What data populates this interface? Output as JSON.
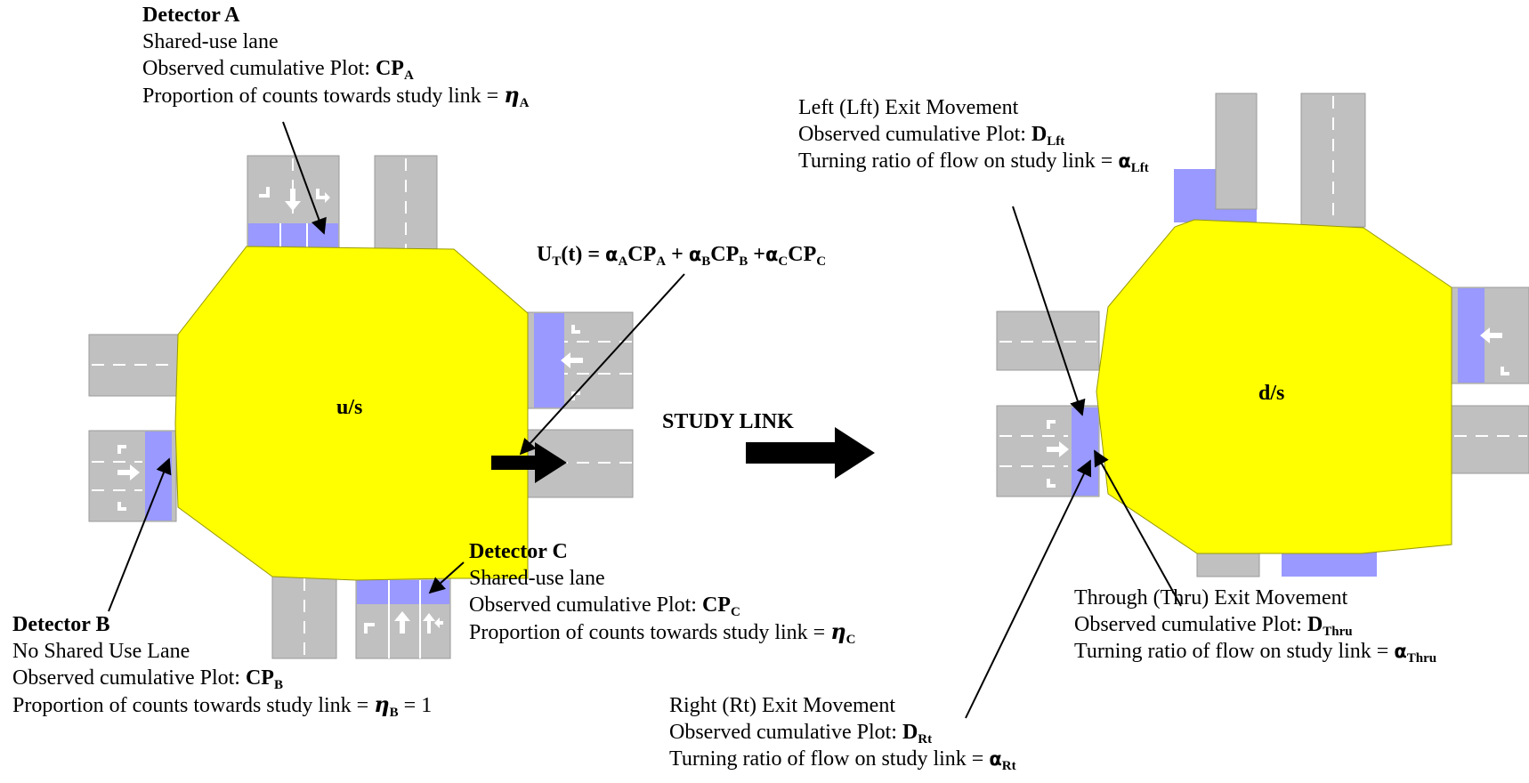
{
  "detector_a": {
    "title": "Detector A",
    "line1": "Shared-use lane",
    "plot_prefix": "Observed cumulative Plot: ",
    "plot_name": "CP",
    "plot_sub": "A",
    "prop_prefix": "Proportion of counts towards study link = ",
    "eta": "η",
    "eta_sub": "A"
  },
  "detector_b": {
    "title": "Detector B",
    "line1": "No Shared Use Lane",
    "plot_prefix": "Observed cumulative Plot: ",
    "plot_name": "CP",
    "plot_sub": "B",
    "prop_prefix": "Proportion of counts towards study link = ",
    "eta": "η",
    "eta_sub": "B",
    "eta_suffix": " = 1"
  },
  "detector_c": {
    "title": "Detector C",
    "line1": "Shared-use lane",
    "plot_prefix": "Observed cumulative Plot: ",
    "plot_name": "CP",
    "plot_sub": "C",
    "prop_prefix": "Proportion of counts towards study link = ",
    "eta": "η",
    "eta_sub": "C"
  },
  "equation": {
    "lhs": "U",
    "lhs_sub": "T",
    "lhs_arg": "(t) = ",
    "alpha": "α",
    "t1_sub_alpha": "A",
    "t1_cp": "CP",
    "t1_sub_cp": "A",
    "plus1": " + ",
    "t2_sub_alpha": "B",
    "t2_cp": "CP",
    "t2_sub_cp": "B",
    "plus2": " +",
    "t3_sub_alpha": "C",
    "t3_cp": "CP",
    "t3_sub_cp": "C"
  },
  "upstream_label": "u/s",
  "downstream_label": "d/s",
  "study_link_label": "STUDY LINK",
  "left_exit": {
    "line1": "Left (Lft) Exit Movement",
    "plot_prefix": "Observed cumulative Plot: ",
    "plot_name": "D",
    "plot_sub": "Lft",
    "ratio_prefix": "Turning ratio of flow on study link = ",
    "alpha": "α",
    "alpha_sub": "Lft"
  },
  "through_exit": {
    "line1": "Through (Thru) Exit Movement",
    "plot_prefix": "Observed cumulative Plot: ",
    "plot_name": "D",
    "plot_sub": "Thru",
    "ratio_prefix": "Turning ratio of flow on study link = ",
    "alpha": "α",
    "alpha_sub": "Thru"
  },
  "right_exit": {
    "line1": "Right (Rt) Exit Movement",
    "plot_prefix": "Observed cumulative Plot: ",
    "plot_name": "D",
    "plot_sub": "Rt",
    "ratio_prefix": "Turning ratio of flow on study link = ",
    "alpha": "α",
    "alpha_sub": "Rt"
  },
  "colors": {
    "intersection": "#ffff00",
    "road": "#c0c0c0",
    "detector": "#9999ff",
    "lane_mark": "#ffffff",
    "arrow": "#000000"
  },
  "icons": [
    "lane-arrow-icon",
    "link-arrow-icon",
    "pointer-arrow-icon"
  ]
}
